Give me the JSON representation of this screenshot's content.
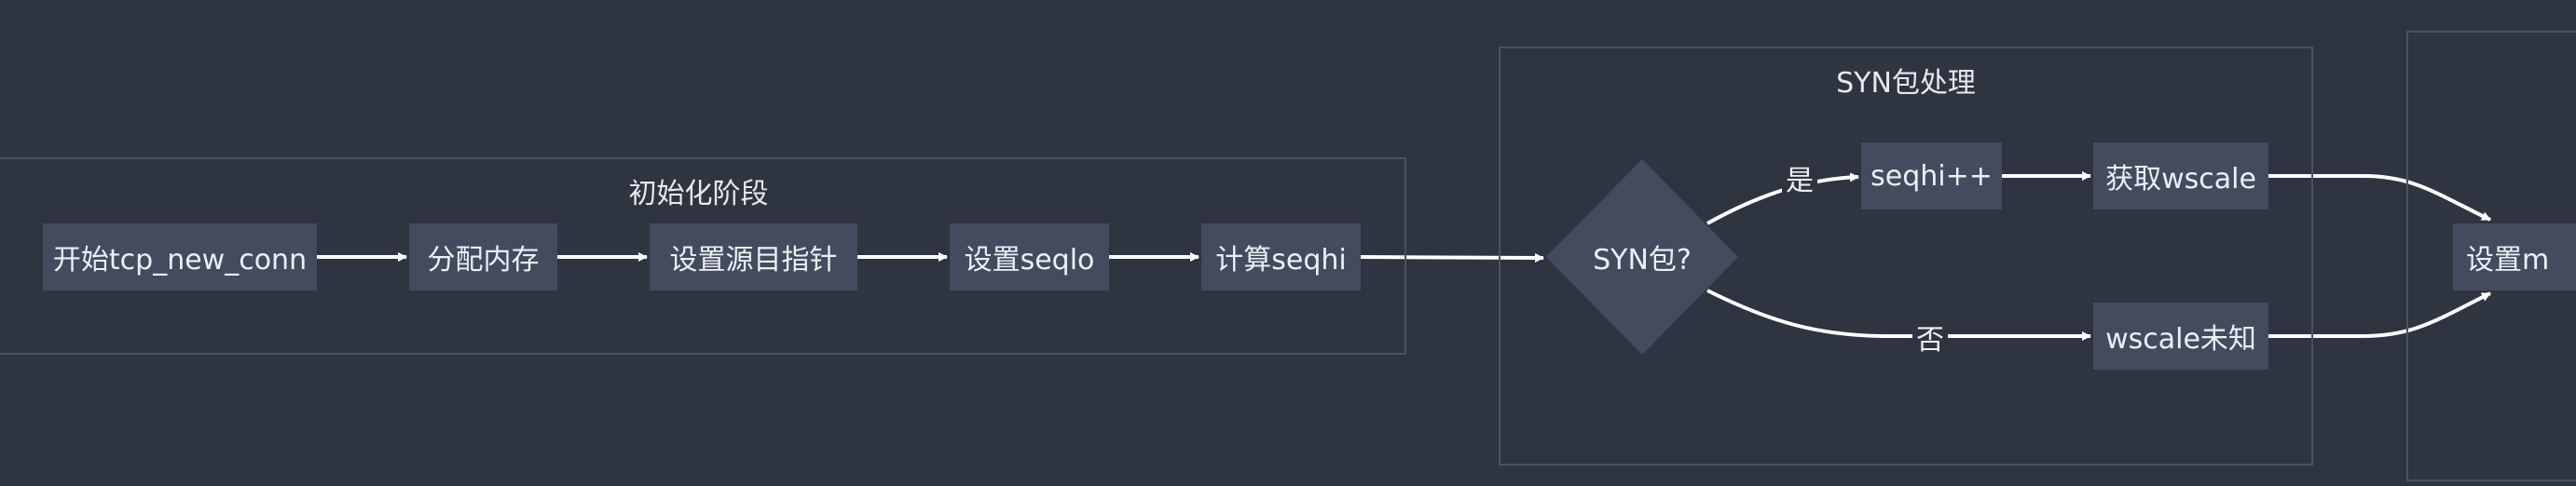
{
  "clusters": {
    "init": {
      "label": "初始化阶段"
    },
    "syn": {
      "label": "SYN包处理"
    },
    "right": {
      "label": ""
    }
  },
  "nodes": {
    "start": "开始tcp_new_conn",
    "alloc": "分配内存",
    "set_addr": "设置源目指针",
    "set_seqlo": "设置seqlo",
    "calc_seqhi": "计算seqhi",
    "syn_check": "SYN包?",
    "seqhi_inc": "seqhi++",
    "get_wscale": "获取wscale",
    "wscale_unknown": "wscale未知",
    "set_m": "设置m"
  },
  "edges": {
    "yes": "是",
    "no": "否"
  },
  "colors": {
    "background": "#2e3440",
    "node_fill": "#434c5e",
    "cluster_border": "#4a5262",
    "line": "#ffffff",
    "text": "#eceff4"
  }
}
